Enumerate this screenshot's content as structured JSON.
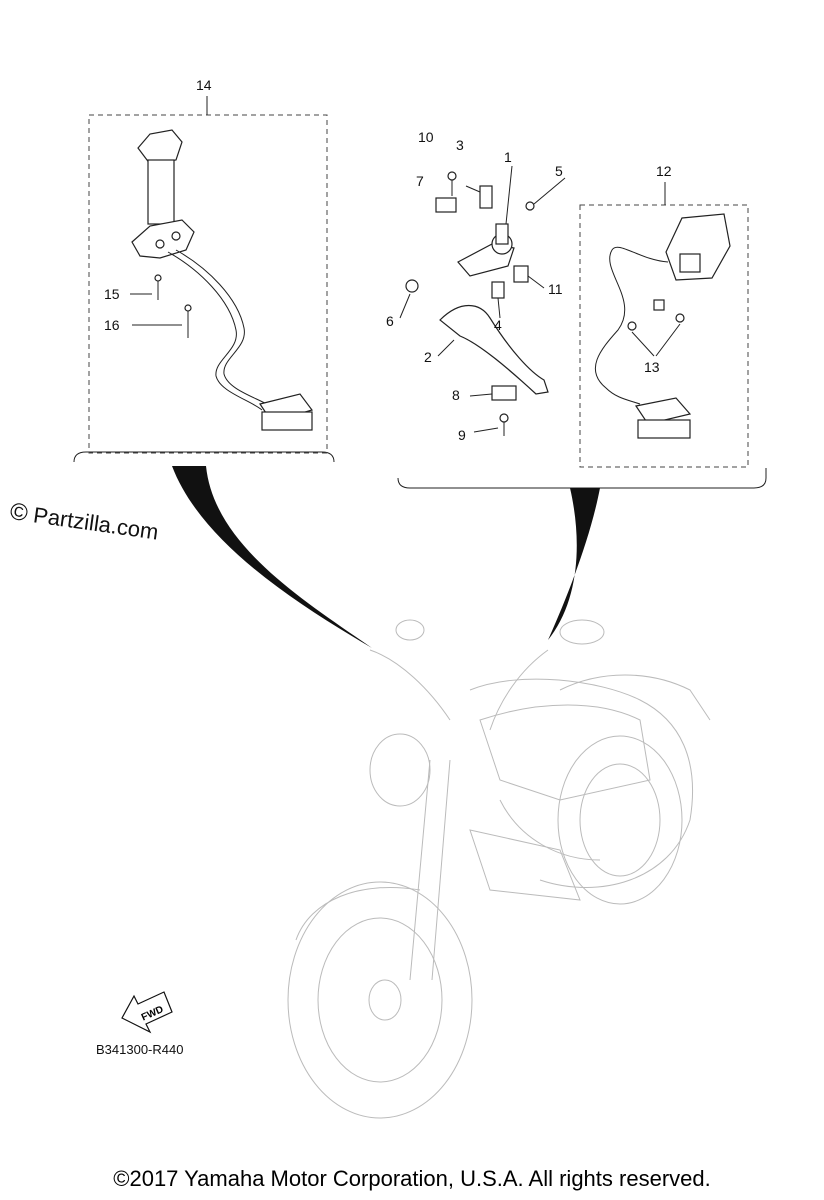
{
  "diagram": {
    "callouts": {
      "c1": "1",
      "c2": "2",
      "c3": "3",
      "c4": "4",
      "c5": "5",
      "c6": "6",
      "c7": "7",
      "c8": "8",
      "c9": "9",
      "c10": "10",
      "c11": "11",
      "c12": "12",
      "c13": "13",
      "c14": "14",
      "c15": "15",
      "c16": "16"
    },
    "fwd_label": "FWD",
    "doc_ref": "B341300-R440"
  },
  "watermark": {
    "symbol": "©",
    "text": "Partzilla.com"
  },
  "footer": {
    "copyright": "©2017 Yamaha Motor Corporation, U.S.A. All rights reserved."
  }
}
